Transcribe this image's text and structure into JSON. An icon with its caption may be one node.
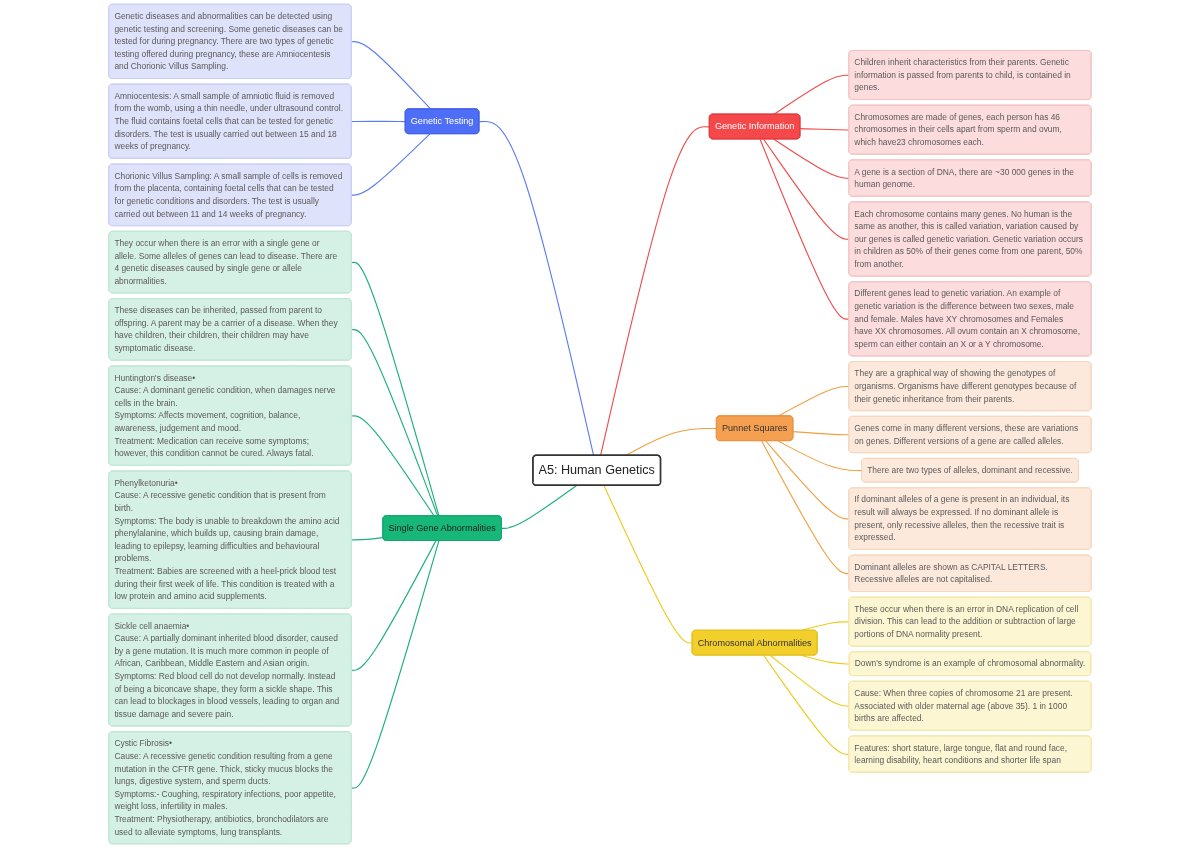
{
  "diagram": {
    "nodes": [
      {
        "text": [
          "A5: Human Genetics"
        ]
      },
      {
        "text": [
          "Genetic Information"
        ]
      },
      {
        "text": [
          "Children inherit characteristics from their parents. Genetic information is passed from parents to child, is contained in genes."
        ]
      },
      {
        "text": [
          "Chromosomes are made of genes, each person has 46 chromosomes in their cells apart from sperm and ovum, which have23 chromosomes each."
        ]
      },
      {
        "text": [
          "A gene is a section of DNA, there are ~30 000 genes in the human genome."
        ]
      },
      {
        "text": [
          "Each chromosome contains many genes. No human is the same as another, this is called variation, variation caused by our genes is called genetic variation. Genetic variation occurs in children as 50% of their genes come from one parent, 50% from another."
        ]
      },
      {
        "text": [
          "Different genes lead to genetic variation. An example of genetic variation is the difference between two sexes, male and female. Males have XY chromosomes and Females have XX chromosomes. All ovum contain an X chromosome, sperm can either contain an X or a Y chromosome."
        ]
      },
      {
        "text": [
          "Genetic Testing"
        ]
      },
      {
        "text": [
          "Genetic diseases and abnormalities can be detected using genetic testing and screening. Some genetic diseases can be tested for during pregnancy. There are two types of genetic testing offered during pregnancy, these are Amniocentesis and Chorionic Villus Sampling."
        ]
      },
      {
        "text": [
          "Amniocentesis: A small sample of amniotic fluid is removed from the womb, using a thin needle, under ultrasound control. The fluid contains foetal cells that can be tested for genetic disorders. The test is usually carried out between 15 and 18 weeks of pregnancy."
        ]
      },
      {
        "text": [
          "Chorionic Villus Sampling: A small sample of cells is removed from the placenta, containing foetal cells that can be tested for genetic conditions and disorders. The test is usually carried out between 11 and 14 weeks of pregnancy."
        ]
      },
      {
        "text": [
          "Punnet Squares"
        ]
      },
      {
        "text": [
          "They are a graphical way of showing the genotypes of organisms. Organisms have different genotypes because of their genetic inheritance from their parents."
        ]
      },
      {
        "text": [
          "Genes come in many different versions, these are variations on genes. Different versions of a gene are called alleles."
        ]
      },
      {
        "text": [
          "There are two types of alleles, dominant and recessive."
        ]
      },
      {
        "text": [
          "If dominant alleles of a gene is present in an individual, its result will always be expressed. If no dominant allele is present, only recessive alleles, then the recessive trait is expressed."
        ]
      },
      {
        "text": [
          "Dominant alleles are shown as CAPITAL LETTERS. Recessive alleles are not capitalised."
        ]
      },
      {
        "text": [
          "Single Gene Abnormalities"
        ]
      },
      {
        "text": [
          "They occur when there is an error with a single gene or allele. Some alleles of genes can lead to disease. There are 4 genetic diseases caused by single gene or allele abnormalities."
        ]
      },
      {
        "text": [
          "These diseases can be inherited, passed from parent to offspring. A parent may be a carrier of a disease. When they have children, their children, their children may have symptomatic disease."
        ]
      },
      {
        "text": [
          "Huntington's disease•",
          "Cause: A dominant genetic condition, when damages nerve cells in the brain.",
          "Symptoms: Affects movement, cognition, balance, awareness, judgement and mood.",
          "Treatment: Medication can receive some symptoms; however, this condition cannot be cured. Always fatal."
        ]
      },
      {
        "text": [
          "Phenylketonuria•",
          "Cause: A recessive genetic condition that is present from birth.",
          "Symptoms: The body is unable to breakdown the amino acid phenylalanine, which builds up, causing brain damage, leading to epilepsy, learning difficulties and behavioural problems.",
          "Treatment: Babies are screened with a heel-prick blood test during their first week of life. This condition is treated with a low protein and amino acid supplements."
        ]
      },
      {
        "text": [
          "Sickle cell anaemia•",
          "Cause: A partially dominant inherited blood disorder, caused by a gene mutation. It is much more common in people of African, Caribbean, Middle Eastern and Asian origin.",
          "Symptoms: Red blood cell do not develop normally. Instead of being a biconcave shape, they form a sickle shape. This can lead to blockages in blood vessels, leading to organ and tissue damage and severe pain."
        ]
      },
      {
        "text": [
          "Cystic Fibrosis•",
          "Cause: A recessive genetic condition resulting from a gene mutation in the CFTR gene. Thick, sticky mucus blocks the lungs, digestive system, and sperm ducts.",
          "Symptoms:- Coughing, respiratory infections, poor appetite, weight loss, infertility in males.",
          "Treatment: Physiotherapy, antibiotics, bronchodilators are used to alleviate symptoms, lung transplants."
        ]
      },
      {
        "text": [
          "Chromosomal Abnormalities"
        ]
      },
      {
        "text": [
          "These occur when there is an error in DNA replication of cell division. This can lead to the addition or subtraction of large portions of DNA normality present."
        ]
      },
      {
        "text": [
          "Down's syndrome is an example of chromosomal abnormality."
        ]
      },
      {
        "text": [
          "Cause: When three copies of chromosome 21 are present. Associated with older maternal age (above 35). 1 in 1000 births are affected."
        ]
      },
      {
        "text": [
          "Features: short stature, large tongue, flat and round face, learning disability, heart conditions and shorter life span"
        ]
      }
    ],
    "edges": [
      {
        "from": 0,
        "to": 1,
        "arrow": "none",
        "color": "#f04b4b"
      },
      {
        "from": 1,
        "to": 2,
        "arrow": "none",
        "color": "#f04b4b"
      },
      {
        "from": 1,
        "to": 3,
        "arrow": "none",
        "color": "#f04b4b"
      },
      {
        "from": 1,
        "to": 4,
        "arrow": "none",
        "color": "#f04b4b"
      },
      {
        "from": 1,
        "to": 5,
        "arrow": "none",
        "color": "#f04b4b"
      },
      {
        "from": 1,
        "to": 6,
        "arrow": "none",
        "color": "#f04b4b"
      },
      {
        "from": 8,
        "to": 7,
        "arrow": "none",
        "color": "#5b7cf5"
      },
      {
        "from": 9,
        "to": 7,
        "arrow": "none",
        "color": "#5b7cf5"
      },
      {
        "from": 10,
        "to": 7,
        "arrow": "none",
        "color": "#5b7cf5"
      },
      {
        "from": 7,
        "to": 0,
        "arrow": "none",
        "color": "#5b7cf5"
      },
      {
        "from": 0,
        "to": 11,
        "arrow": "none",
        "color": "#f0a040"
      },
      {
        "from": 11,
        "to": 12,
        "arrow": "none",
        "color": "#f0a040"
      },
      {
        "from": 11,
        "to": 13,
        "arrow": "none",
        "color": "#f0a040"
      },
      {
        "from": 11,
        "to": 14,
        "arrow": "none",
        "color": "#f0a040"
      },
      {
        "from": 11,
        "to": 15,
        "arrow": "none",
        "color": "#f0a040"
      },
      {
        "from": 11,
        "to": 16,
        "arrow": "none",
        "color": "#f0a040"
      },
      {
        "from": 18,
        "to": 17,
        "arrow": "none",
        "color": "#1db07a"
      },
      {
        "from": 19,
        "to": 17,
        "arrow": "none",
        "color": "#1db07a"
      },
      {
        "from": 20,
        "to": 17,
        "arrow": "none",
        "color": "#1db07a"
      },
      {
        "from": 21,
        "to": 17,
        "arrow": "none",
        "color": "#1db07a"
      },
      {
        "from": 22,
        "to": 17,
        "arrow": "none",
        "color": "#1db07a"
      },
      {
        "from": 23,
        "to": 17,
        "arrow": "none",
        "color": "#1db07a"
      },
      {
        "from": 17,
        "to": 0,
        "arrow": "none",
        "color": "#1db07a"
      },
      {
        "from": 0,
        "to": 24,
        "arrow": "none",
        "color": "#eccb1c"
      },
      {
        "from": 24,
        "to": 25,
        "arrow": "none",
        "color": "#eccb1c"
      },
      {
        "from": 24,
        "to": 26,
        "arrow": "none",
        "color": "#eccb1c"
      },
      {
        "from": 24,
        "to": 27,
        "arrow": "none",
        "color": "#eccb1c"
      },
      {
        "from": 24,
        "to": 28,
        "arrow": "none",
        "color": "#eccb1c"
      }
    ]
  }
}
